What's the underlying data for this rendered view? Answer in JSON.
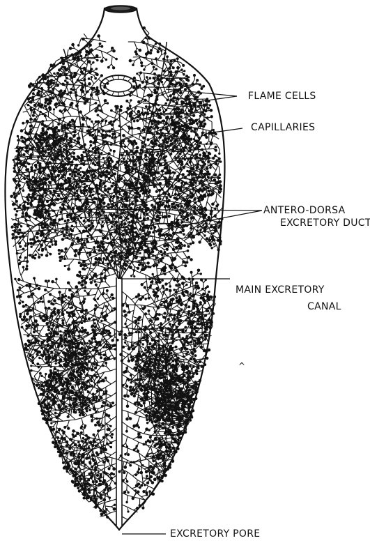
{
  "labels": {
    "flame_cells": "FLAME  CELLS",
    "capillaries": "CAPILLARIES",
    "antero_dorsal_line1": "ANTERO-DORSA",
    "antero_dorsal_line2": "EXCRETORY DUCT",
    "main_canal_line1": "MAIN EXCRETORY",
    "main_canal_line2": "CANAL",
    "excretory_pore": "EXCRETORY PORE"
  },
  "stray_mark": "^"
}
